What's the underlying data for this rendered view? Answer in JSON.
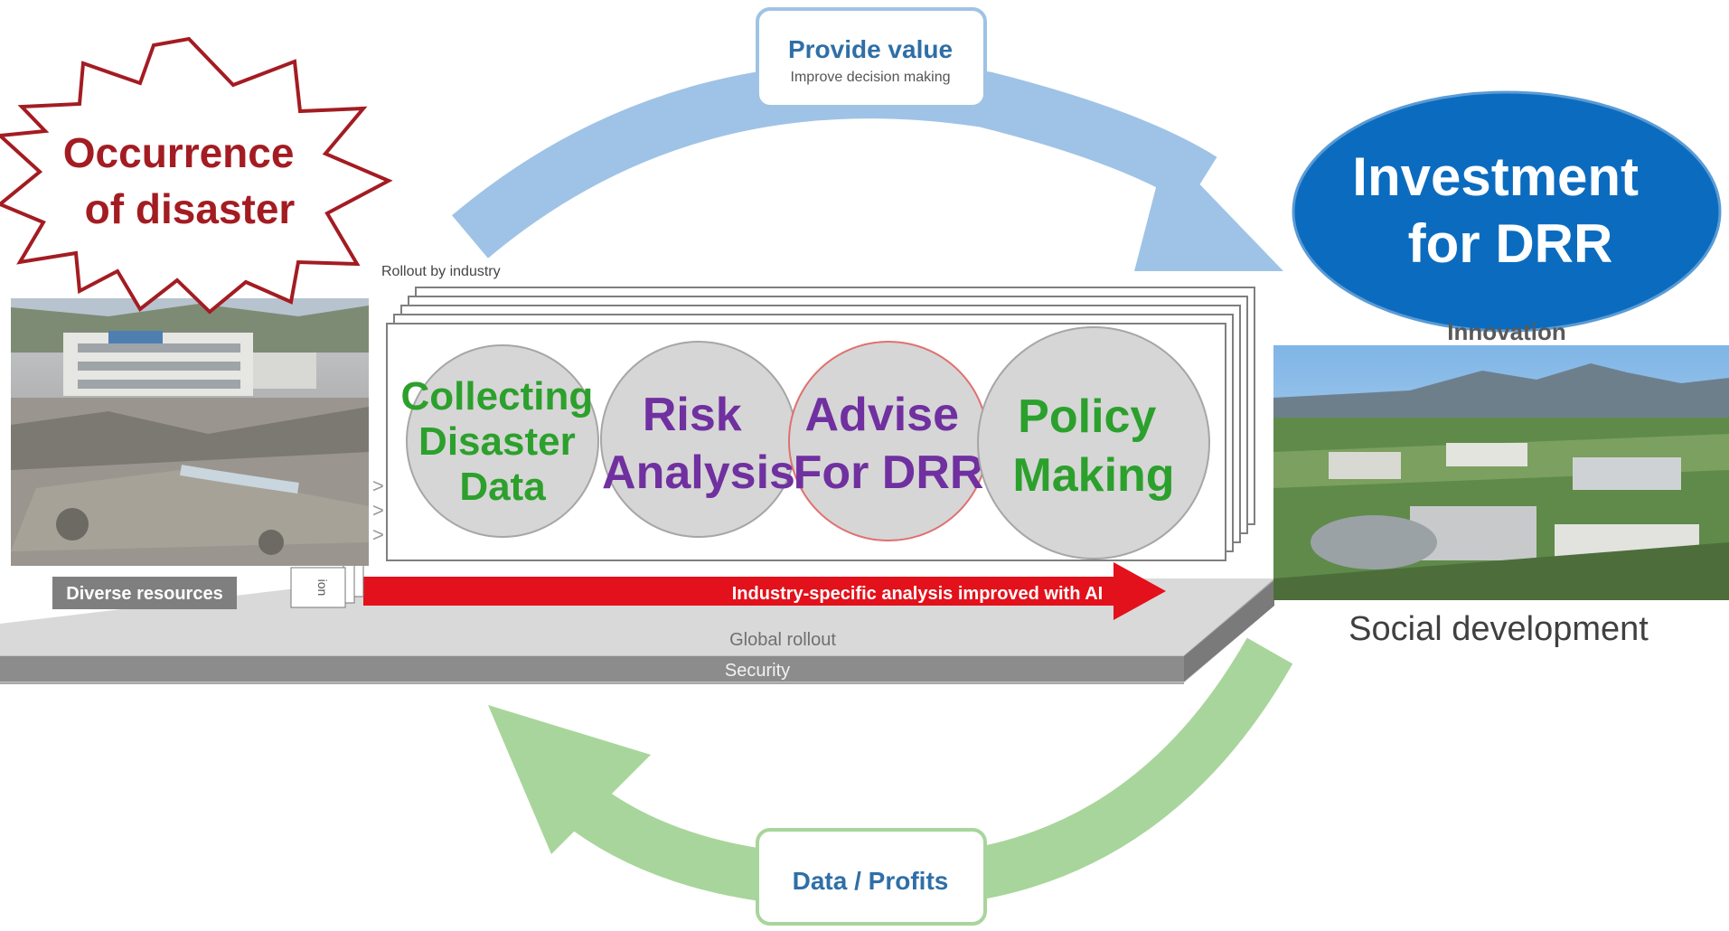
{
  "disaster_burst": {
    "line1": "Occurrence",
    "line2": "of disaster"
  },
  "top_box": {
    "title": "Provide value",
    "subtitle": "Improve decision making"
  },
  "bottom_box": {
    "title": "Data / Profits"
  },
  "investment": {
    "line1": "Investment",
    "line2": "for DRR"
  },
  "innovation_label": "Innovation",
  "social_label": "Social development",
  "rollout_label": "Rollout by industry",
  "diverse_label": "Diverse resources",
  "small_tag": "ion",
  "red_arrow_label": "Industry-specific analysis improved with AI",
  "global_label": "Global rollout",
  "security_label": "Security",
  "steps": [
    {
      "lines": [
        "Collecting",
        "Disaster",
        "Data"
      ],
      "color": "#2ca02c"
    },
    {
      "lines": [
        "Risk",
        "Analysis"
      ],
      "color": "#7030a0"
    },
    {
      "lines": [
        "Advise",
        "For DRR"
      ],
      "color": "#7030a0"
    },
    {
      "lines": [
        "Policy",
        "Making"
      ],
      "color": "#2ca02c"
    }
  ],
  "colors": {
    "burst_stroke": "#a31c22",
    "burst_text": "#a31c22",
    "investment_fill": "#0b6cbf",
    "arrow_blue": "#9fc3e6",
    "arrow_green": "#a8d59b",
    "red_arrow": "#e3111b",
    "platform_top": "#d9d9d9",
    "platform_front": "#bfbfbf",
    "security_band": "#8c8c8c",
    "box_title": "#2f6fa7"
  }
}
